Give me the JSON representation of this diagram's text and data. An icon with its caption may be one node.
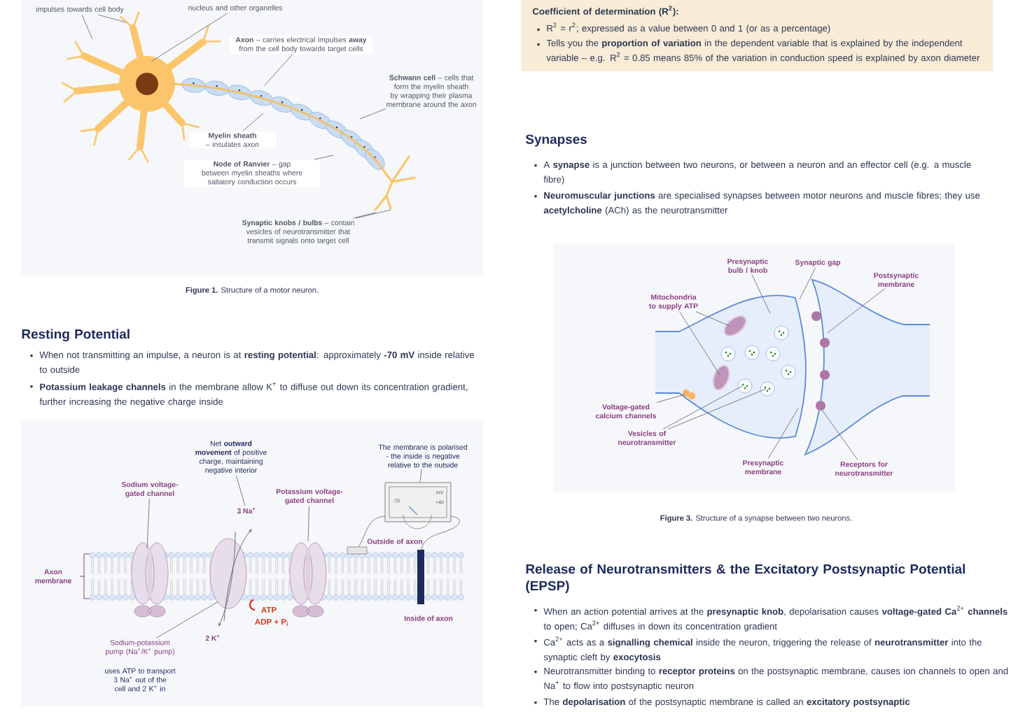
{
  "diagram": {
    "nodes": [
      {
        "text": [],
        "shape": "picture"
      },
      {
        "text": [
          "impulses towards cell body"
        ]
      },
      {
        "text": [
          "nucleus and other organelles"
        ]
      },
      {
        "text": [
          "**Axon** – carries electrical impulses **away** from the cell body towards target cells"
        ],
        "in": 0
      },
      {
        "text": [
          "**Schwann cell** – cells that form the myelin sheath by wrapping their plasma membrane around the axon"
        ]
      },
      {
        "text": [
          "**Myelin sheath** – insulates axon"
        ],
        "in": 0
      },
      {
        "text": [
          "**Node of Ranvier** – gap between myelin sheaths where saltatory conduction occurs"
        ],
        "in": 0
      },
      {
        "text": [
          "**Synaptic knobs / bulbs** – contain vesicles of neurotransmitter that transmit signals onto target cell"
        ]
      },
      {
        "text": [],
        "shape": "picture"
      },
      {
        "text": [
          "Sodium voltage-gated channel"
        ]
      },
      {
        "text": [
          "Net **outward movement** of positive charge, maintaining negative interior"
        ]
      },
      {
        "text": [
          "3 Na$^{+}$"
        ]
      },
      {
        "text": [
          "Potassium voltage-gated channel"
        ]
      },
      {
        "text": [
          "The membrane is polarised - the inside is negative relative to the outside"
        ]
      },
      {
        "text": [
          "-70",
          "mV",
          "+40"
        ]
      },
      {
        "text": [
          "Sodium-potassium pump (Na$^{+}$/K$^{+}$ pump)"
        ]
      },
      {
        "text": [],
        "shape": "picture"
      },
      {
        "text": [
          "Presynaptic bulb / knob"
        ]
      },
      {
        "text": [
          "Synaptic gap"
        ]
      },
      {
        "text": [
          "Postsynaptic membrane"
        ]
      },
      {
        "text": [
          "Mitochondria to supply ATP"
        ]
      },
      {
        "text": [
          "Voltage-gated calcium channels"
        ]
      },
      {
        "text": [
          "Vesicles of neurotransmitter"
        ]
      },
      {
        "text": [
          "Presynaptic membrane"
        ]
      },
      {
        "text": [
          "Receptors for neurotransmitter"
        ]
      },
      {
        "text": [
          "Coefficient of determination (R$^{2}$):",
          "R$^{2}$ = r$^{2}$; expressed as a value between 0 and 1 (or as a percentage)",
          "Tells you the **proportion of variation** in the dependent variable that is explained by the independent variable – e.g. R$^{2}$ = 0.85 means 85% of the variation in conduction speed is explained by axon diameter"
        ]
      }
    ],
    "edges": [
      {
        "from": 1,
        "to": 0,
        "arrow": "none"
      },
      {
        "from": 1,
        "to": 0,
        "arrow": "none"
      },
      {
        "from": 2,
        "to": 0,
        "arrow": "none"
      },
      {
        "from": 3,
        "to": 0,
        "arrow": "none"
      },
      {
        "from": 4,
        "to": 0,
        "arrow": "none"
      },
      {
        "from": 5,
        "to": 0,
        "arrow": "none"
      },
      {
        "from": 6,
        "to": 0,
        "arrow": "none"
      },
      {
        "from": 7,
        "to": 0,
        "arrow": "none"
      },
      {
        "from": 7,
        "to": 0,
        "arrow": "none"
      },
      {
        "from": 9,
        "to": 8,
        "arrow": "none"
      },
      {
        "from": 10,
        "to": 11,
        "arrow": "none"
      },
      {
        "from": 12,
        "to": 8,
        "arrow": "none"
      },
      {
        "from": 13,
        "to": 14,
        "arrow": "none"
      },
      {
        "from": 15,
        "to": 8,
        "arrow": "none"
      },
      {
        "from": 17,
        "to": 16,
        "arrow": "none"
      },
      {
        "from": 18,
        "to": 16,
        "arrow": "none"
      },
      {
        "from": 19,
        "to": 16,
        "arrow": "none"
      },
      {
        "from": 20,
        "to": 16,
        "arrow": "none"
      },
      {
        "from": 20,
        "to": 16,
        "arrow": "none"
      },
      {
        "from": 21,
        "to": 16,
        "arrow": "none"
      },
      {
        "from": 22,
        "to": 16,
        "arrow": "none"
      },
      {
        "from": 22,
        "to": 16,
        "arrow": "none"
      },
      {
        "from": 23,
        "to": 16,
        "arrow": "none"
      },
      {
        "from": 24,
        "to": 16,
        "arrow": "none"
      }
    ],
    "labels": [
      "**Figure 1.** Structure of a motor neuron.",
      "Resting Potential",
      "When not transmitting an impulse, a neuron is at **resting potential**: approximately **-70 mV** inside relative to outside",
      "**Potassium leakage channels** in the membrane allow K$^{+}$ to diffuse out down its concentration gradient, further increasing the negative charge inside",
      "Outside of axon",
      "Axon membrane",
      "ATP",
      "ADP + P$_{i}$",
      "Inside of axon",
      "2 K$^{+}$",
      "uses ATP to transport 3 Na$^{+}$ out of the cell and 2 K$^{+}$ in",
      "Synapses",
      "A **synapse** is a junction between two neurons, or between a neuron and an effector cell (e.g. a muscle fibre)",
      "**Neuromuscular junctions** are specialised synapses between motor neurons and muscle fibres; they use **acetylcholine** (ACh) as the neurotransmitter",
      "**Figure 3.** Structure of a synapse between two neurons.",
      "Release of Neurotransmitters & the Excitatory Postsynaptic Potential (EPSP)",
      "When an action potential arrives at the **presynaptic knob**, depolarisation causes **voltage-gated Ca**$^{2+}$ **channels** to open; Ca$^{2+}$ diffuses in down its concentration gradient",
      "Ca$^{2+}$ acts as a **signalling chemical** inside the neuron, triggering the release of **neurotransmitter** into the synaptic cleft by **exocytosis**",
      "Neurotransmitter binding to **receptor proteins** on the postsynaptic membrane, causes ion channels to open and Na$^{+}$ to flow into postsynaptic neuron",
      "The **depolarisation** of the postsynaptic membrane is called an **excitatory postsynaptic**"
    ]
  }
}
